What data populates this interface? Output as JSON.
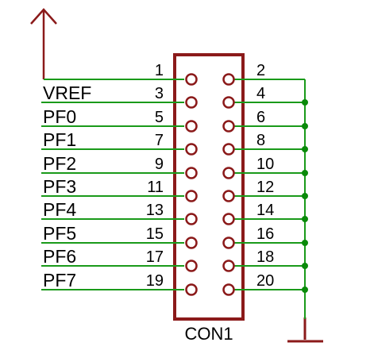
{
  "connector": {
    "name": "CON1"
  },
  "colors": {
    "wire": "#1a9a1a",
    "body": "#8b1a1a",
    "junction": "#0a8a0a",
    "text": "#000000"
  },
  "rows": [
    {
      "left_signal": "",
      "left_pin": "1",
      "right_pin": "2"
    },
    {
      "left_signal": "VREF",
      "left_pin": "3",
      "right_pin": "4"
    },
    {
      "left_signal": "PF0",
      "left_pin": "5",
      "right_pin": "6"
    },
    {
      "left_signal": "PF1",
      "left_pin": "7",
      "right_pin": "8"
    },
    {
      "left_signal": "PF2",
      "left_pin": "9",
      "right_pin": "10"
    },
    {
      "left_signal": "PF3",
      "left_pin": "11",
      "right_pin": "12"
    },
    {
      "left_signal": "PF4",
      "left_pin": "13",
      "right_pin": "14"
    },
    {
      "left_signal": "PF5",
      "left_pin": "15",
      "right_pin": "16"
    },
    {
      "left_signal": "PF6",
      "left_pin": "17",
      "right_pin": "18"
    },
    {
      "left_signal": "PF7",
      "left_pin": "19",
      "right_pin": "20"
    }
  ],
  "symbols": {
    "power": "power-arrow-icon",
    "ground": "ground-icon"
  }
}
